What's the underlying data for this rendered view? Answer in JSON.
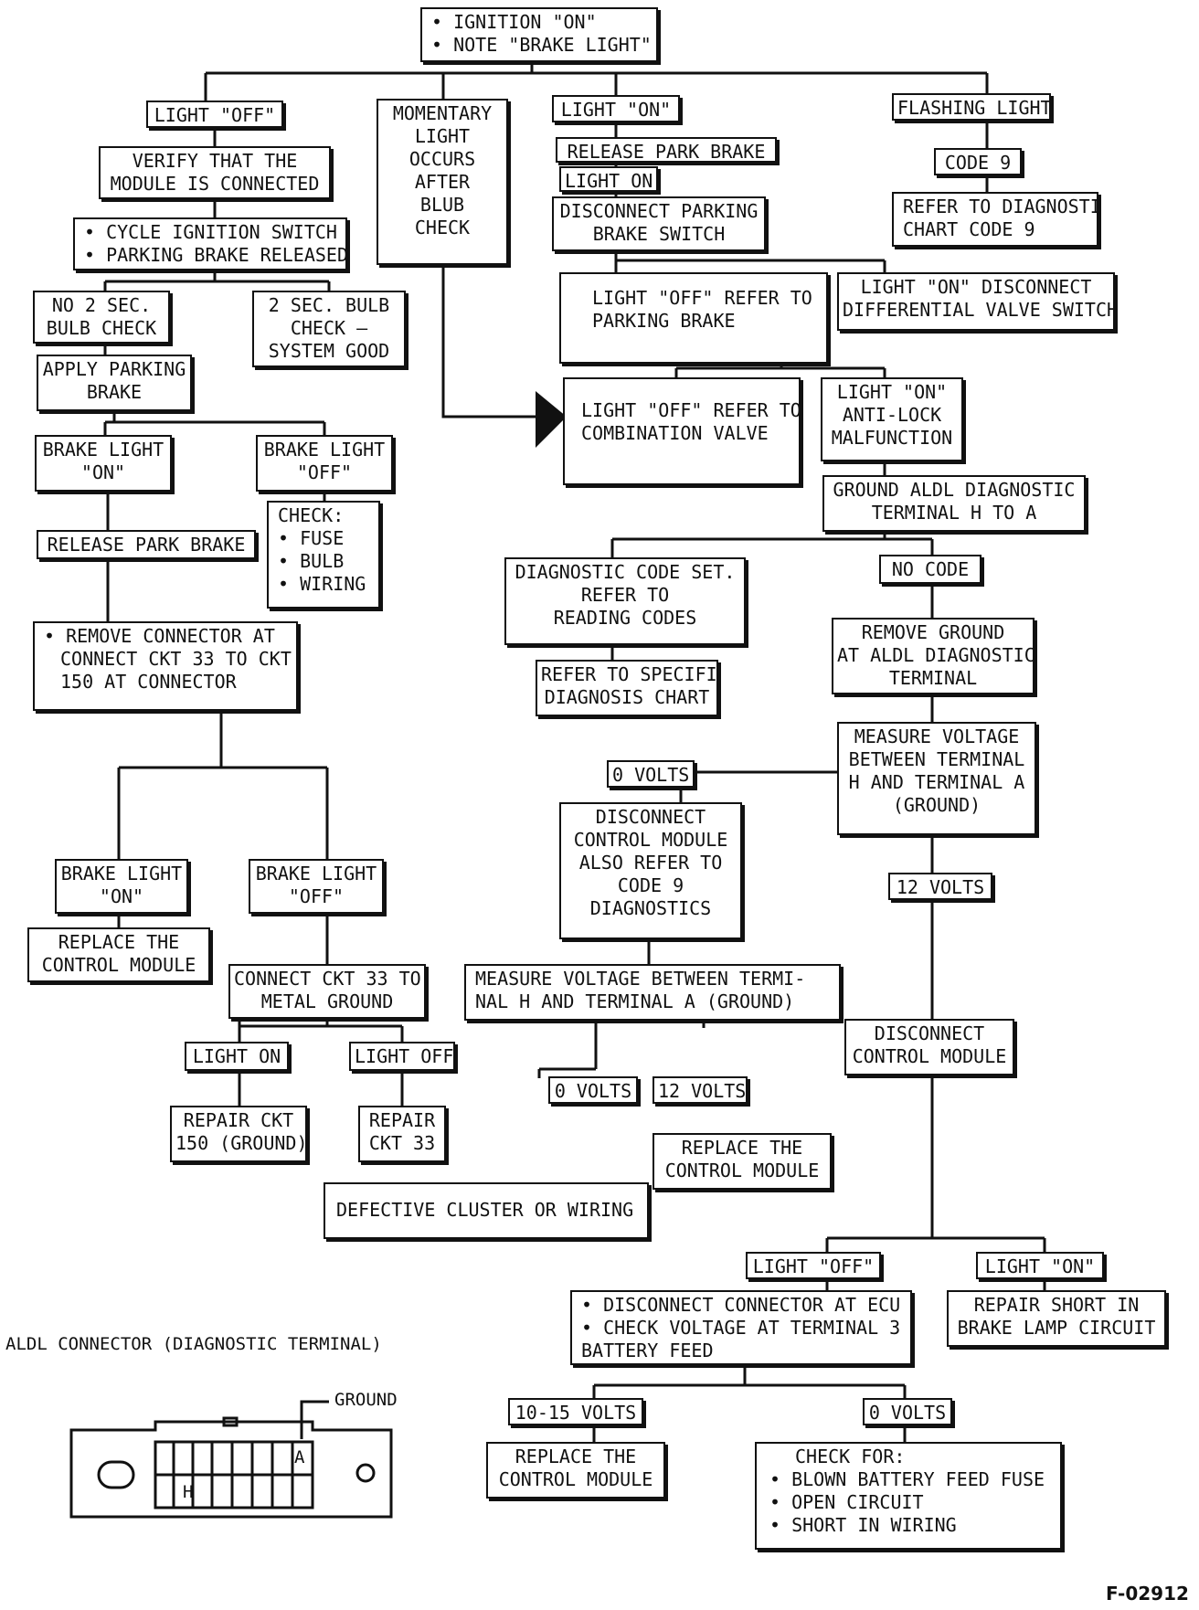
{
  "nodes": {
    "start": [
      "IGNITION \"ON\"",
      "NOTE \"BRAKE LIGHT\""
    ],
    "light_off": [
      "LIGHT \"OFF\""
    ],
    "verify": [
      "VERIFY THAT THE",
      "MODULE IS CONNECTED"
    ],
    "cycle": [
      "CYCLE IGNITION SWITCH",
      "PARKING BRAKE RELEASED"
    ],
    "no_bulb": [
      "NO 2 SEC.",
      "BULB CHECK"
    ],
    "bulb_good": [
      "2 SEC. BULB",
      "CHECK —",
      "SYSTEM GOOD"
    ],
    "apply_pb": [
      "APPLY PARKING",
      "BRAKE"
    ],
    "bl_on_1": [
      "BRAKE LIGHT",
      "\"ON\""
    ],
    "bl_off_1": [
      "BRAKE LIGHT",
      "\"OFF\""
    ],
    "check_fuse": [
      "CHECK:",
      "FUSE",
      "BULB",
      "WIRING"
    ],
    "release_pb_1": [
      "RELEASE PARK BRAKE"
    ],
    "remove_conn": [
      "REMOVE CONNECTOR AT",
      "CONNECT CKT 33 TO CKT",
      "150 AT CONNECTOR"
    ],
    "bl_on_2": [
      "BRAKE LIGHT",
      "\"ON\""
    ],
    "bl_off_2": [
      "BRAKE LIGHT",
      "\"OFF\""
    ],
    "replace_cm_1": [
      "REPLACE THE",
      "CONTROL MODULE"
    ],
    "connect_ckt33": [
      "CONNECT CKT 33 TO",
      "METAL GROUND"
    ],
    "light_on_s": [
      "LIGHT ON"
    ],
    "light_off_s": [
      "LIGHT OFF"
    ],
    "repair150": [
      "REPAIR CKT",
      "150 (GROUND)"
    ],
    "repair33": [
      "REPAIR",
      "CKT 33"
    ],
    "momentary": [
      "MOMENTARY",
      "LIGHT",
      "OCCURS",
      "AFTER",
      "BLUB",
      "CHECK"
    ],
    "light_on": [
      "LIGHT \"ON\""
    ],
    "release_pb_2": [
      "RELEASE PARK BRAKE"
    ],
    "light_on_2": [
      "LIGHT ON"
    ],
    "disc_pb_switch": [
      "DISCONNECT PARKING",
      "BRAKE SWITCH"
    ],
    "off_parking": [
      "LIGHT \"OFF\" REFER TO",
      "PARKING BRAKE"
    ],
    "on_diff": [
      "LIGHT \"ON\" DISCONNECT",
      "DIFFERENTIAL VALVE SWITCH"
    ],
    "off_combo": [
      "LIGHT \"OFF\" REFER TO",
      "COMBINATION VALVE"
    ],
    "on_antilock": [
      "LIGHT \"ON\"",
      "ANTI-LOCK",
      "MALFUNCTION"
    ],
    "ground_aldl": [
      "GROUND ALDL DIAGNOSTIC",
      "TERMINAL H TO A"
    ],
    "code_set": [
      "DIAGNOSTIC CODE SET.",
      "REFER TO",
      "READING CODES"
    ],
    "specific": [
      "REFER TO SPECIFIC",
      "DIAGNOSIS CHART"
    ],
    "no_code": [
      "NO CODE"
    ],
    "remove_ground": [
      "REMOVE GROUND",
      "AT ALDL DIAGNOSTIC",
      "TERMINAL"
    ],
    "measure1": [
      "MEASURE VOLTAGE",
      "BETWEEN TERMINAL",
      "H AND TERMINAL A",
      "(GROUND)"
    ],
    "zero_v_1": [
      "0 VOLTS"
    ],
    "disc_cm_code9": [
      "DISCONNECT",
      "CONTROL MODULE",
      "ALSO REFER TO",
      "CODE 9",
      "DIAGNOSTICS"
    ],
    "twelve_v_1": [
      "12 VOLTS"
    ],
    "measure2": [
      "MEASURE VOLTAGE BETWEEN TERMI-",
      "NAL H AND TERMINAL A (GROUND)"
    ],
    "zero_v_2": [
      "0 VOLTS"
    ],
    "twelve_v_2": [
      "12 VOLTS"
    ],
    "defective": [
      "DEFECTIVE CLUSTER OR WIRING"
    ],
    "replace_cm_2": [
      "REPLACE THE",
      "CONTROL MODULE"
    ],
    "disc_cm": [
      "DISCONNECT",
      "CONTROL MODULE"
    ],
    "light_off_q": [
      "LIGHT \"OFF\""
    ],
    "light_on_q": [
      "LIGHT \"ON\""
    ],
    "disc_ecu": [
      "DISCONNECT CONNECTOR AT ECU",
      "CHECK VOLTAGE AT TERMINAL 3",
      "BATTERY FEED"
    ],
    "repair_short": [
      "REPAIR SHORT IN",
      "BRAKE LAMP CIRCUIT"
    ],
    "ten15": [
      "10-15 VOLTS"
    ],
    "zero_v_3": [
      "0 VOLTS"
    ],
    "replace_cm_3": [
      "REPLACE THE",
      "CONTROL MODULE"
    ],
    "check_for": [
      "CHECK FOR:",
      "BLOWN BATTERY FEED FUSE",
      "OPEN CIRCUIT",
      "SHORT IN WIRING"
    ],
    "flashing": [
      "FLASHING LIGHT"
    ],
    "code9": [
      "CODE 9"
    ],
    "refer_code9": [
      "REFER TO DIAGNOSTIC",
      "CHART CODE 9"
    ]
  },
  "connector": {
    "title": "ALDL CONNECTOR (DIAGNOSTIC TERMINAL)",
    "ground_label": "GROUND",
    "pin_a": "A",
    "pin_h": "H"
  },
  "figure_id": "F-02912"
}
